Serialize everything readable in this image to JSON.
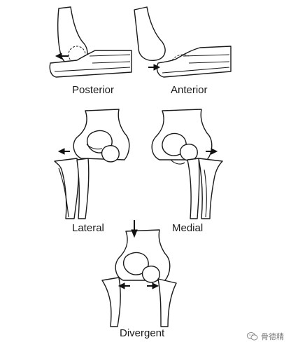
{
  "figure": {
    "labels": {
      "posterior": "Posterior",
      "anterior": "Anterior",
      "lateral": "Lateral",
      "medial": "Medial",
      "divergent": "Divergent"
    },
    "watermark": "骨德精",
    "icons": [
      "direction-arrow-icon",
      "wechat-icon"
    ]
  }
}
